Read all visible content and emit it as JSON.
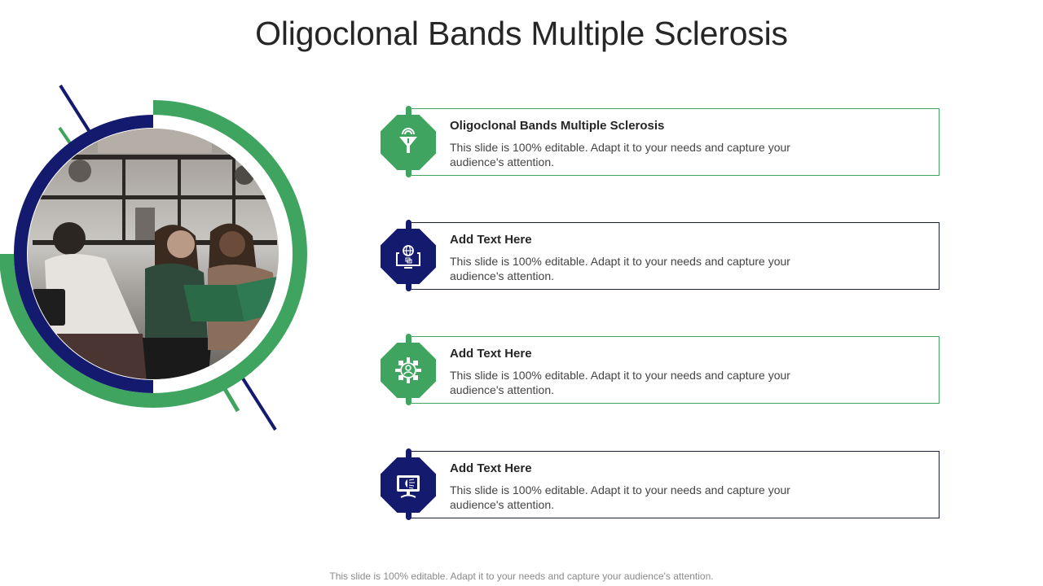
{
  "slide": {
    "title": "Oligoclonal Bands Multiple Sclerosis",
    "footer": "This slide is 100% editable. Adapt it to your needs and capture your audience's attention."
  },
  "colors": {
    "green": "#3fa45f",
    "navy": "#141a6e",
    "card_border_navy": "#1b1f3b",
    "title_text": "#262626"
  },
  "graphic": {
    "image_alt": "Grayscale photo of three colleagues reviewing documents in an office",
    "icon": "team-photo-circle"
  },
  "items": [
    {
      "title": "Oligoclonal Bands Multiple Sclerosis",
      "desc": "This slide is 100% editable. Adapt it to your needs and capture your audience's attention.",
      "color": "green",
      "icon": "funnel-gear-icon"
    },
    {
      "title": "Add Text Here",
      "desc": "This slide is 100% editable. Adapt it to your needs and capture your audience's attention.",
      "color": "navy",
      "icon": "monitor-globe-icon"
    },
    {
      "title": "Add Text Here",
      "desc": "This slide is 100% editable. Adapt it to your needs and capture your audience's attention.",
      "color": "green",
      "icon": "user-puzzle-gear-icon"
    },
    {
      "title": "Add Text Here",
      "desc": "This slide is 100% editable. Adapt it to your needs and capture your audience's attention.",
      "color": "navy",
      "icon": "monitor-brain-icon"
    }
  ]
}
